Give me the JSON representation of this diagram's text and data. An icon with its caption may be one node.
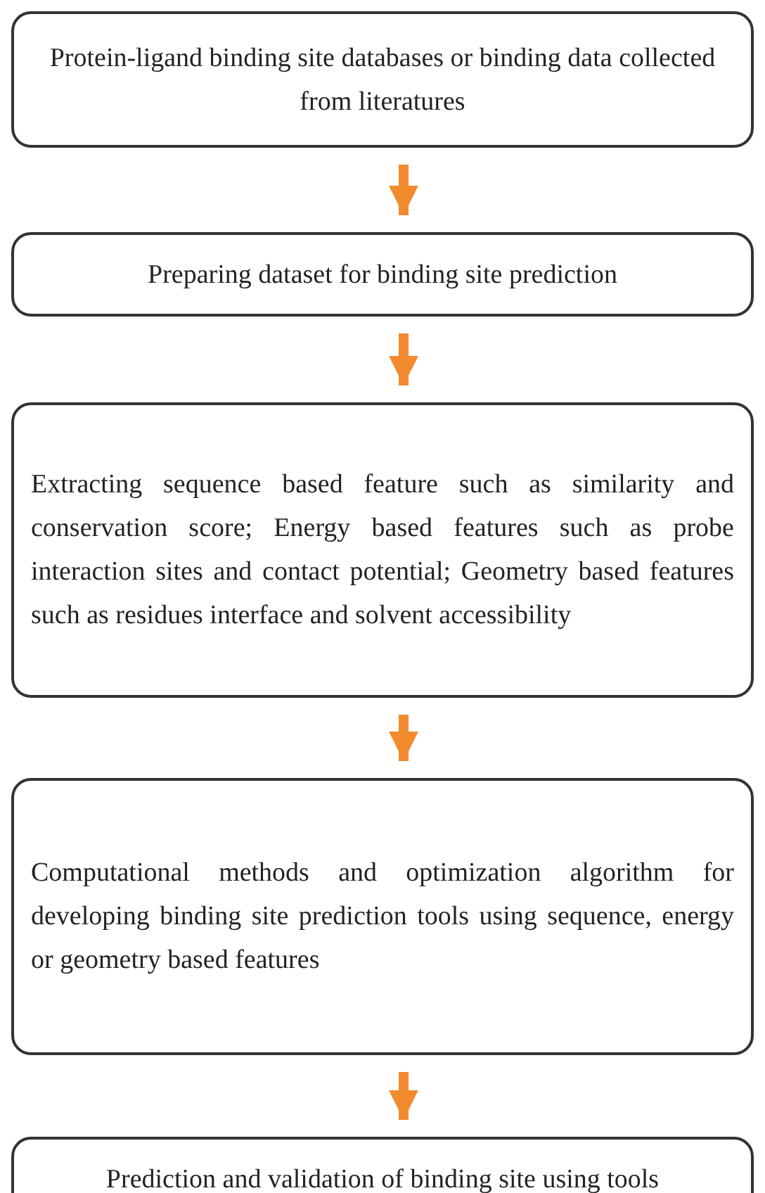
{
  "diagram": {
    "nodes": [
      {
        "text": [
          "Protein-ligand binding site databases or binding data collected from literatures"
        ]
      },
      {
        "text": [
          "Preparing dataset for binding site prediction"
        ]
      },
      {
        "text": [
          "Extracting sequence based feature such as similarity and conservation score; Energy based features such as probe interaction sites and contact potential; Geometry based features such as residues interface and solvent accessibility"
        ]
      },
      {
        "text": [
          "Computational methods and optimization algorithm for developing binding site prediction tools using sequence, energy or geometry based features"
        ]
      },
      {
        "text": [
          "Prediction and validation of binding site using tools"
        ]
      }
    ],
    "edges": [
      {
        "from": 0,
        "to": 1,
        "arrow": "to"
      },
      {
        "from": 1,
        "to": 2,
        "arrow": "to"
      },
      {
        "from": 2,
        "to": 3,
        "arrow": "to"
      },
      {
        "from": 3,
        "to": 4,
        "arrow": "to"
      }
    ]
  }
}
